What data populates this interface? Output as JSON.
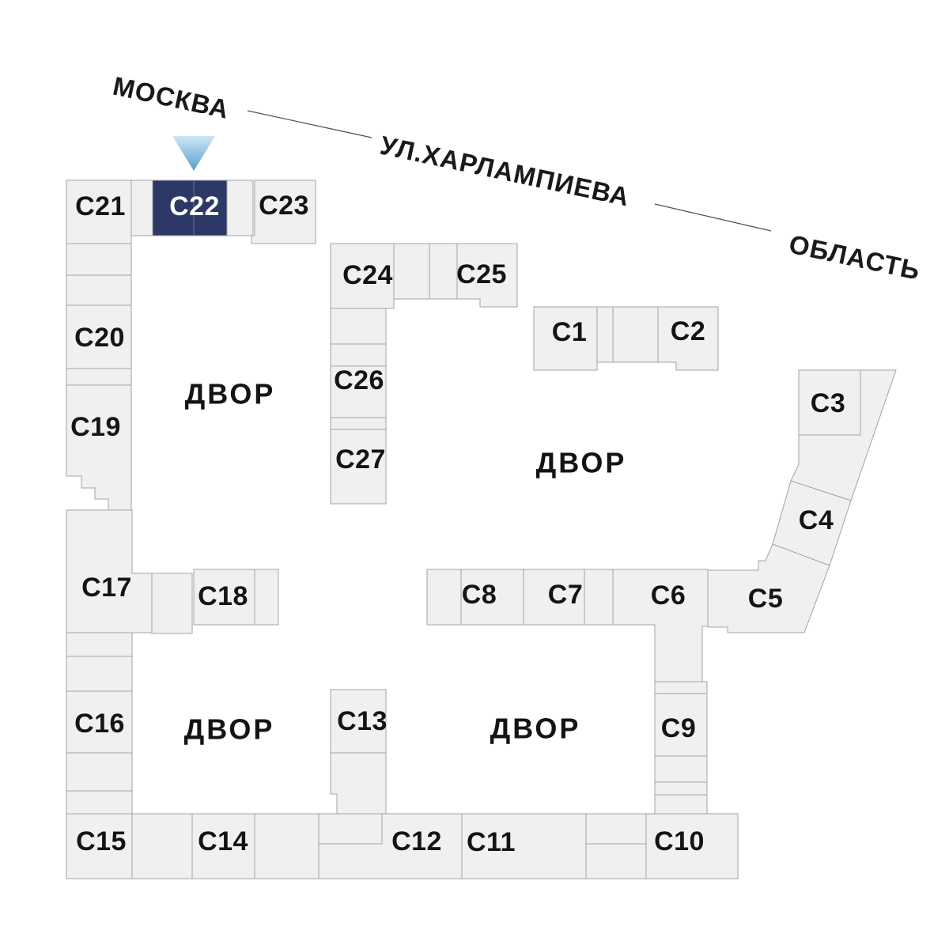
{
  "theme": {
    "background": "#ffffff",
    "block_fill": "#f0f0f0",
    "block_stroke": "#a3a3a3",
    "label_color": "#141414",
    "street_color": "#1a1a1a",
    "street_line_color": "#4d4d4d",
    "selected_fill": "#2c3966",
    "selected_divider_color": "#6b7492",
    "selected_label_color": "#ffffff",
    "arrow_gradient_top": "#cde7f5",
    "arrow_gradient_bottom": "#58a0cc"
  },
  "streets": {
    "city_direction": "МОСКВА",
    "street_name": "УЛ.ХАРЛАМПИЕВА",
    "region_direction": "ОБЛАСТЬ"
  },
  "selection": {
    "selected_building": "С22"
  },
  "courtyards": [
    {
      "label": "ДВОР"
    },
    {
      "label": "ДВОР"
    },
    {
      "label": "ДВОР"
    },
    {
      "label": "ДВОР"
    }
  ],
  "buildings": [
    {
      "id": "С1",
      "label": "С1"
    },
    {
      "id": "С2",
      "label": "С2"
    },
    {
      "id": "С3",
      "label": "С3"
    },
    {
      "id": "С4",
      "label": "С4"
    },
    {
      "id": "С5",
      "label": "С5"
    },
    {
      "id": "С6",
      "label": "С6"
    },
    {
      "id": "С7",
      "label": "С7"
    },
    {
      "id": "С8",
      "label": "С8"
    },
    {
      "id": "С9",
      "label": "С9"
    },
    {
      "id": "С10",
      "label": "С10"
    },
    {
      "id": "С11",
      "label": "С11"
    },
    {
      "id": "С12",
      "label": "С12"
    },
    {
      "id": "С13",
      "label": "С13"
    },
    {
      "id": "С14",
      "label": "С14"
    },
    {
      "id": "С15",
      "label": "С15"
    },
    {
      "id": "С16",
      "label": "С16"
    },
    {
      "id": "С17",
      "label": "С17"
    },
    {
      "id": "С18",
      "label": "С18"
    },
    {
      "id": "С19",
      "label": "С19"
    },
    {
      "id": "С20",
      "label": "С20"
    },
    {
      "id": "С21",
      "label": "С21"
    },
    {
      "id": "С22",
      "label": "С22",
      "selected": true
    },
    {
      "id": "С23",
      "label": "С23"
    },
    {
      "id": "С24",
      "label": "С24"
    },
    {
      "id": "С25",
      "label": "С25"
    },
    {
      "id": "С26",
      "label": "С26"
    },
    {
      "id": "С27",
      "label": "С27"
    }
  ]
}
